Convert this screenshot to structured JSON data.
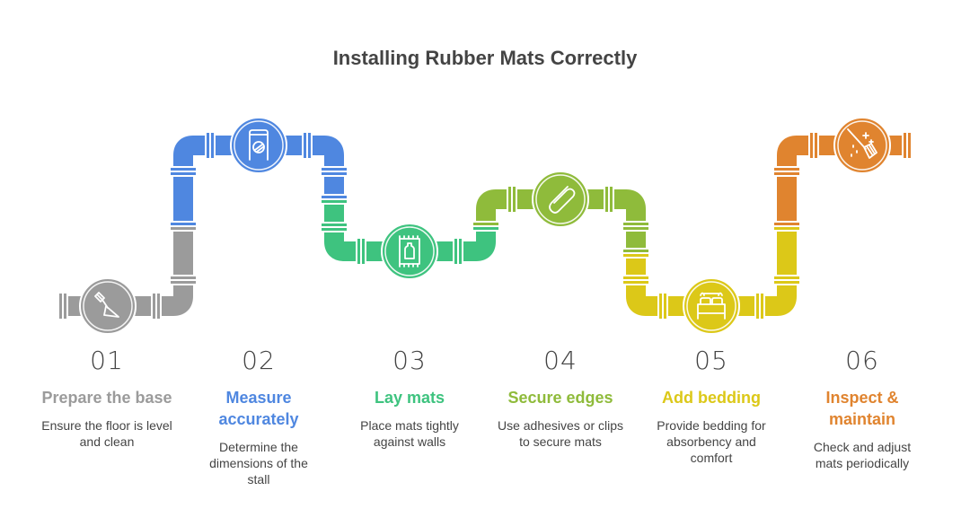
{
  "title": "Installing Rubber Mats Correctly",
  "steps": [
    {
      "number": "01",
      "title": "Prepare the base",
      "description": "Ensure the floor is level and clean",
      "color": "#9b9b9b",
      "icon": "trowel-icon"
    },
    {
      "number": "02",
      "title": "Measure accurately",
      "description": "Determine the dimensions of the stall",
      "color": "#4f87e0",
      "icon": "measuring-tape-icon"
    },
    {
      "number": "03",
      "title": "Lay mats",
      "description": "Place mats tightly against walls",
      "color": "#3ec37f",
      "icon": "mat-icon"
    },
    {
      "number": "04",
      "title": "Secure edges",
      "description": "Use adhesives or clips to secure mats",
      "color": "#8fbb3b",
      "icon": "paperclip-icon"
    },
    {
      "number": "05",
      "title": "Add bedding",
      "description": "Provide bedding for absorbency and comfort",
      "color": "#dcc818",
      "icon": "bed-icon"
    },
    {
      "number": "06",
      "title": "Inspect & maintain",
      "description": "Check and adjust mats periodically",
      "color": "#e0842f",
      "icon": "broom-icon"
    }
  ]
}
